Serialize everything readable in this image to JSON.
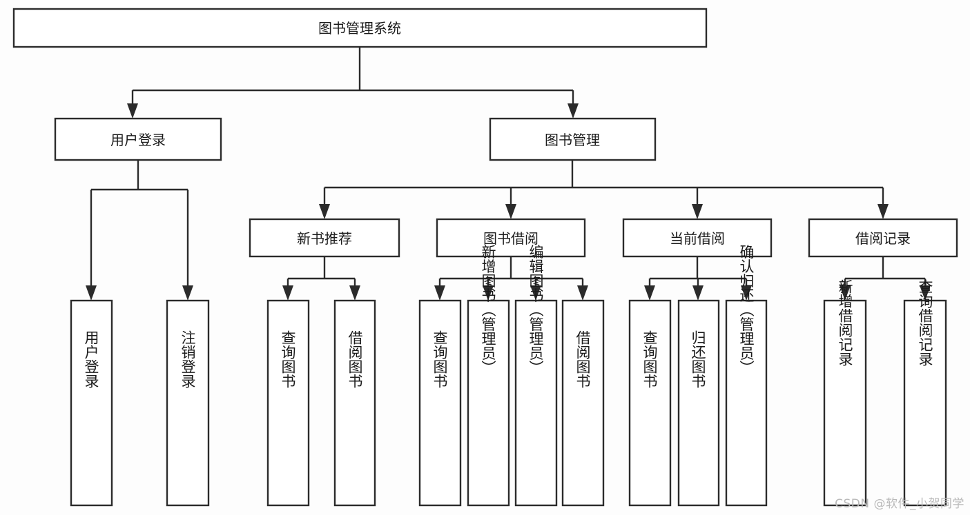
{
  "diagram": {
    "title": "图书管理系统",
    "type": "tree-hierarchy",
    "watermark": "CSDN @软件_小贺同学",
    "colors": {
      "stroke": "#2b2b2b",
      "box_fill": "#ffffff",
      "text": "#1b1b1b",
      "background": "#fdfdfd",
      "watermark": "#b9b9b9"
    },
    "root": {
      "label": "图书管理系统"
    },
    "level2": [
      {
        "label": "用户登录"
      },
      {
        "label": "图书管理"
      }
    ],
    "level3": [
      {
        "label": "新书推荐"
      },
      {
        "label": "图书借阅"
      },
      {
        "label": "当前借阅"
      },
      {
        "label": "借阅记录"
      }
    ],
    "leaves": {
      "user_login": [
        {
          "label": "用户登录"
        },
        {
          "label": "注销登录"
        }
      ],
      "new_book_recommend": [
        {
          "label": "查询图书"
        },
        {
          "label": "借阅图书"
        }
      ],
      "book_borrow": [
        {
          "label": "查询图书"
        },
        {
          "label": "新增图书（管理员）"
        },
        {
          "label": "编辑图书（管理员）"
        },
        {
          "label": "借阅图书"
        }
      ],
      "current_borrow": [
        {
          "label": "查询图书"
        },
        {
          "label": "归还图书"
        },
        {
          "label": "确认归还（管理员）"
        }
      ],
      "borrow_record": [
        {
          "label": "新增借阅记录"
        },
        {
          "label": "查询借阅记录"
        }
      ]
    }
  }
}
